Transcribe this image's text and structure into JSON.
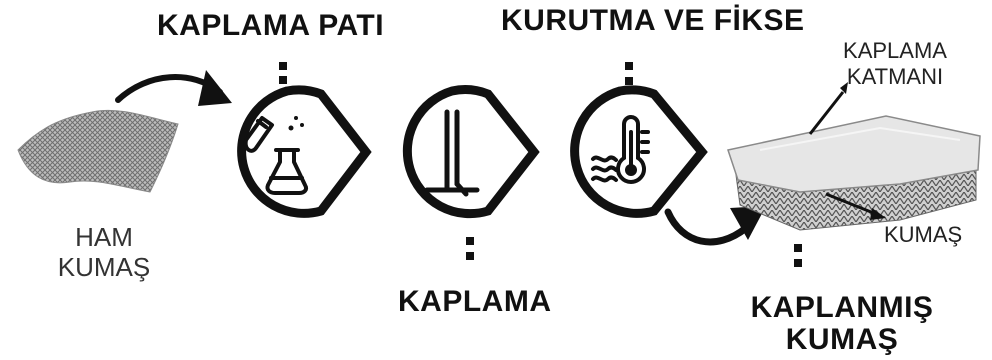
{
  "steps": {
    "raw_fabric": {
      "line1": "HAM",
      "line2": "KUMAŞ"
    },
    "coating_paste": {
      "label": "KAPLAMA PATI",
      "icon": "chemistry-flask-icon"
    },
    "coating": {
      "label": "KAPLAMA",
      "icon": "coating-blade-icon"
    },
    "drying_fixing": {
      "label": "KURUTMA VE FİKSE",
      "icon": "thermometer-heat-icon"
    },
    "coated_fabric": {
      "line1": "KAPLANMIŞ",
      "line2": "KUMAŞ"
    }
  },
  "annotations": {
    "coating_layer": {
      "line1": "KAPLAMA",
      "line2": "KATMANI"
    },
    "fabric": "KUMAŞ"
  },
  "colors": {
    "ink": "#111111",
    "label_grey": "#222222",
    "fabric": "#9a9a9a",
    "coating_layer": "#e6e6e6"
  }
}
